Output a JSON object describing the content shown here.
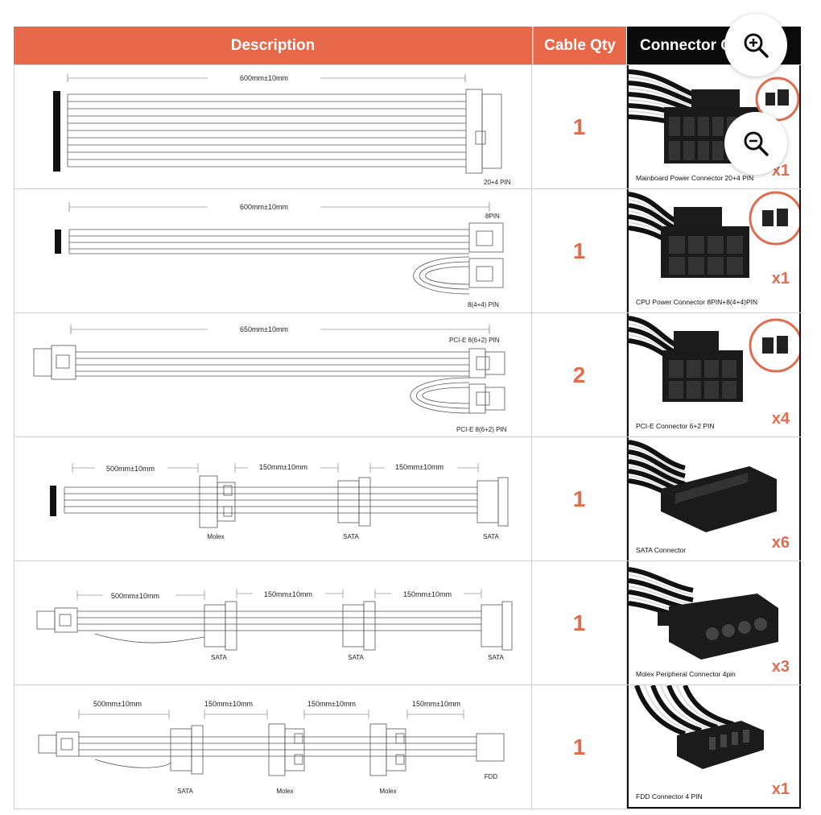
{
  "header": {
    "description": "Description",
    "qty": "Cable Qty",
    "connector": "Connector Qty"
  },
  "rows": [
    {
      "qty": "1",
      "conn_label": "Mainboard Power Connector 20+4 PIN",
      "conn_count": "x1",
      "labels": {
        "dim": "600mm±10mm",
        "pin": "20+4 PIN"
      }
    },
    {
      "qty": "1",
      "conn_label": "CPU Power Connector 8PIN+8(4+4)PIN",
      "conn_count": "x1",
      "labels": {
        "dim": "600mm±10mm",
        "pin_top": "8PIN",
        "pin_bottom": "8(4+4) PIN"
      }
    },
    {
      "qty": "2",
      "conn_label": "PCI-E Connector 6+2 PIN",
      "conn_count": "x4",
      "labels": {
        "dim": "650mm±10mm",
        "pin_top": "PCI-E 8(6+2) PIN",
        "pin_bottom": "PCI-E 8(6+2) PIN"
      }
    },
    {
      "qty": "1",
      "conn_label": "SATA Connector",
      "conn_count": "x6",
      "labels": {
        "d1": "500mm±10mm",
        "d2": "150mm±10mm",
        "d3": "150mm±10mm",
        "c1": "Molex",
        "c2": "SATA",
        "c3": "SATA"
      }
    },
    {
      "qty": "1",
      "conn_label": "Molex Peripheral Connector 4pin",
      "conn_count": "x3",
      "labels": {
        "d1": "500mm±10mm",
        "d2": "150mm±10mm",
        "d3": "150mm±10mm",
        "c1": "SATA",
        "c2": "SATA",
        "c3": "SATA"
      }
    },
    {
      "qty": "1",
      "conn_label": "FDD Connector 4 PIN",
      "conn_count": "x1",
      "labels": {
        "d1": "500mm±10mm",
        "d2": "150mm±10mm",
        "d3": "150mm±10mm",
        "d4": "150mm±10mm",
        "c1": "SATA",
        "c2": "Molex",
        "c3": "Molex",
        "c4": "FDD"
      }
    }
  ],
  "zoom": {
    "in_icon": "zoom-in-icon",
    "out_icon": "zoom-out-icon"
  },
  "colors": {
    "accent": "#e8694a",
    "qty": "#e16c4e",
    "header_dark": "#0b0b0b"
  }
}
